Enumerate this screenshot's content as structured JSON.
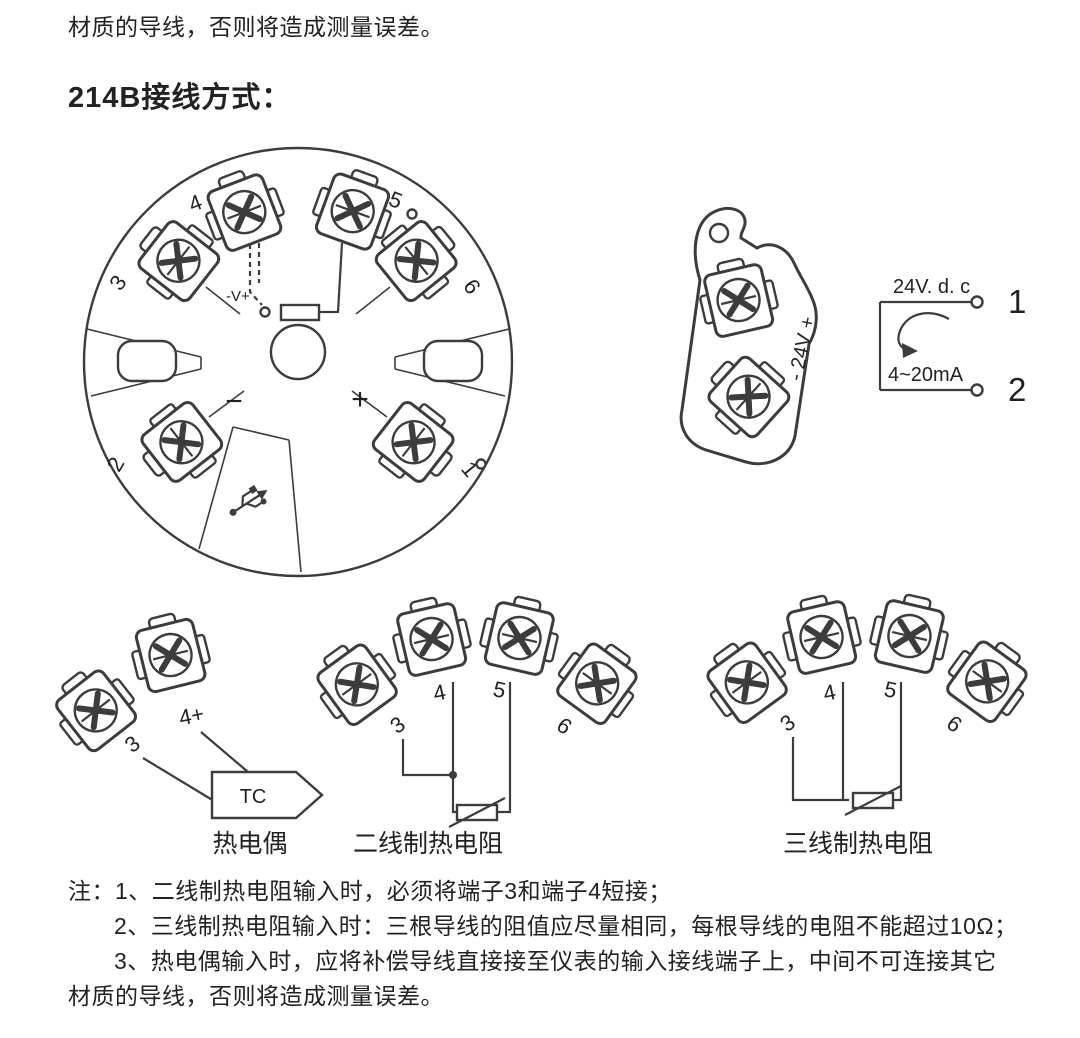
{
  "page": {
    "top_partial_text": "材质的导线，否则将造成测量误差。",
    "heading": "214B接线方式："
  },
  "dial": {
    "labels": [
      "3",
      "4",
      "5",
      "6",
      "2",
      "1"
    ],
    "minus": "−",
    "plus": "+",
    "vplus": "-V+"
  },
  "power": {
    "vertical_label": "- 24V +",
    "supply_label": "24V. d. c",
    "terminal1": "1",
    "current_label": "4~20mA",
    "terminal2": "2"
  },
  "tc": {
    "labels": [
      "3",
      "4+"
    ],
    "box": "TC",
    "caption": "热电偶"
  },
  "rtd2": {
    "labels": [
      "3",
      "4",
      "5",
      "6"
    ],
    "caption": "二线制热电阻"
  },
  "rtd3": {
    "labels": [
      "3",
      "4",
      "5",
      "6"
    ],
    "caption": "三线制热电阻"
  },
  "notes": {
    "line1": "注：1、二线制热电阻输入时，必须将端子3和端子4短接；",
    "line2": "2、三线制热电阻输入时：三根导线的阻值应尽量相同，每根导线的电阻不能超过10Ω；",
    "line3": "3、热电偶输入时，应将补偿导线直接接至仪表的输入接线端子上，中间不可连接其它",
    "line4": "材质的导线，否则将造成测量误差。"
  }
}
